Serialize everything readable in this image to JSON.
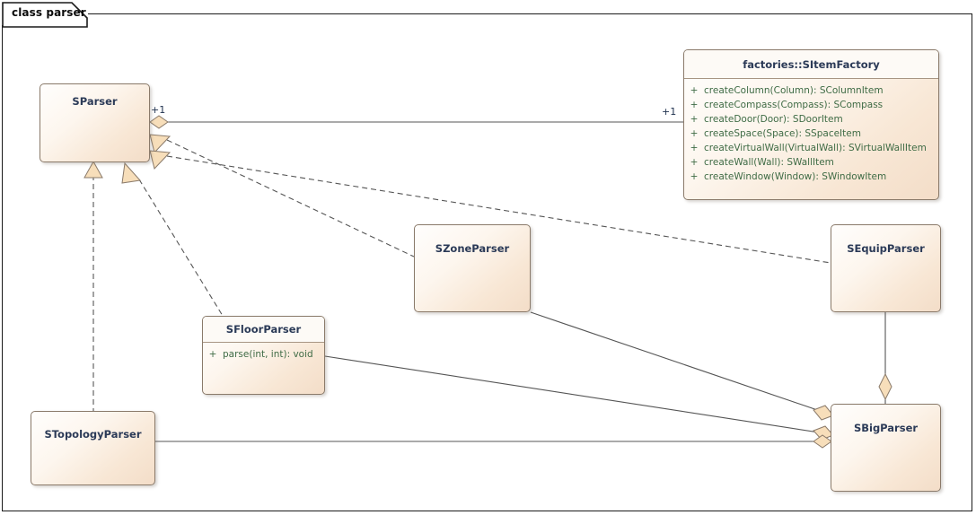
{
  "frame": {
    "label": "class parser"
  },
  "classes": [
    {
      "id": "sparser",
      "name": "SParser",
      "members": []
    },
    {
      "id": "factory",
      "name": "factories::SItemFactory",
      "members": [
        {
          "vis": "+",
          "sig": "createColumn(Column): SColumnItem"
        },
        {
          "vis": "+",
          "sig": "createCompass(Compass): SCompass"
        },
        {
          "vis": "+",
          "sig": "createDoor(Door): SDoorItem"
        },
        {
          "vis": "+",
          "sig": "createSpace(Space): SSpaceItem"
        },
        {
          "vis": "+",
          "sig": "createVirtualWall(VirtualWall): SVirtualWallItem"
        },
        {
          "vis": "+",
          "sig": "createWall(Wall): SWallItem"
        },
        {
          "vis": "+",
          "sig": "createWindow(Window): SWindowItem"
        }
      ]
    },
    {
      "id": "szone",
      "name": "SZoneParser",
      "members": []
    },
    {
      "id": "sequip",
      "name": "SEquipParser",
      "members": []
    },
    {
      "id": "sfloor",
      "name": "SFloorParser",
      "members": [
        {
          "vis": "+",
          "sig": "parse(int, int): void"
        }
      ]
    },
    {
      "id": "sbig",
      "name": "SBigParser",
      "members": []
    },
    {
      "id": "stopology",
      "name": "STopologyParser",
      "members": []
    }
  ],
  "multiplicities": {
    "sparser_end": "+1",
    "factory_end": "+1"
  },
  "colors": {
    "box_border": "#8a7a6a",
    "box_fill_light": "#fffefd",
    "box_fill_dark": "#f3ddc8",
    "title_text": "#2b3a57",
    "member_text": "#3f6b45",
    "connector": "#555555",
    "marker_fill": "#f7deba",
    "marker_stroke": "#8a7a6a",
    "frame_border": "#1a1a1a"
  },
  "relationships": [
    {
      "from": "SParser",
      "to": "factories::SItemFactory",
      "kind": "aggregation",
      "marker": "diamond"
    },
    {
      "from": "SZoneParser",
      "to": "SParser",
      "kind": "realization",
      "marker": "closed-triangle"
    },
    {
      "from": "SEquipParser",
      "to": "SParser",
      "kind": "realization",
      "marker": "closed-triangle"
    },
    {
      "from": "STopologyParser",
      "to": "SParser",
      "kind": "generalization",
      "marker": "hollow-triangle"
    },
    {
      "from": "SFloorParser",
      "to": "SParser",
      "kind": "realization",
      "marker": "hollow-triangle"
    },
    {
      "from": "SEquipParser",
      "to": "SBigParser",
      "kind": "aggregation",
      "marker": "diamond"
    },
    {
      "from": "SZoneParser",
      "to": "SBigParser",
      "kind": "aggregation",
      "marker": "diamond"
    },
    {
      "from": "SFloorParser",
      "to": "SBigParser",
      "kind": "aggregation",
      "marker": "diamond"
    },
    {
      "from": "STopologyParser",
      "to": "SBigParser",
      "kind": "aggregation",
      "marker": "diamond"
    }
  ]
}
